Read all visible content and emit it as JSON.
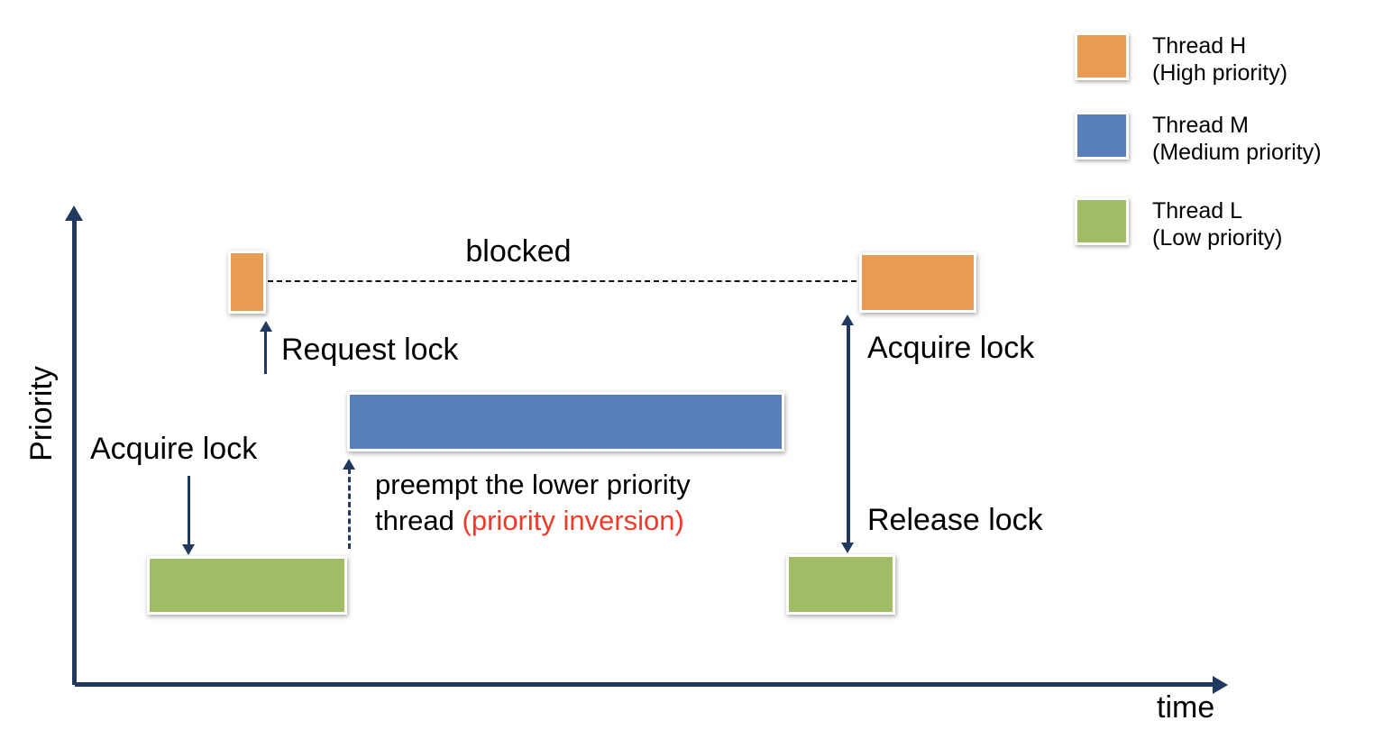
{
  "colors": {
    "thread_high": "#E89B52",
    "thread_medium": "#5780B8",
    "thread_low": "#A0BC66",
    "axis_navy": "#21395E",
    "inversion_red": "#EE3B28",
    "dash_black": "#111111",
    "text_black": "#000000"
  },
  "axes": {
    "y_label": "Priority",
    "x_label": "time"
  },
  "legend": [
    {
      "title": "Thread H",
      "subtitle": "(High priority)",
      "color": "#E89B52"
    },
    {
      "title": "Thread M",
      "subtitle": "(Medium priority)",
      "color": "#5780B8"
    },
    {
      "title": "Thread L",
      "subtitle": "(Low priority)",
      "color": "#A0BC66"
    }
  ],
  "annotations": {
    "blocked": "blocked",
    "request_lock": "Request lock",
    "acquire_lock_low": "Acquire lock",
    "acquire_lock_high": "Acquire lock",
    "release_lock": "Release lock",
    "preempt_line1": "preempt the lower priority",
    "preempt_line2_prefix": "thread ",
    "preempt_line2_highlight": "(priority inversion)"
  }
}
